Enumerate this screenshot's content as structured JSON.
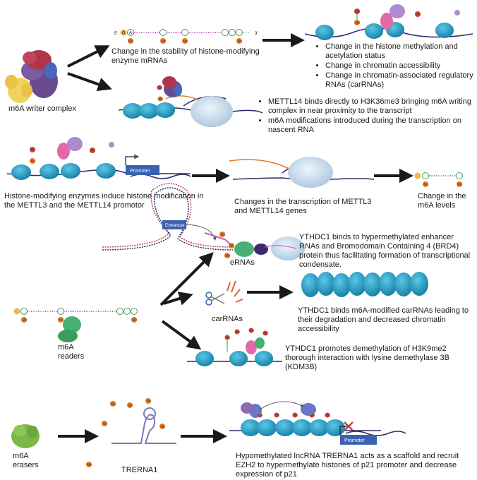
{
  "row1": {
    "writer_label": "m6A writer complex",
    "mrna_text": "Change in the stability of histone-modifying enzyme mRNAs",
    "bullets_top": [
      "Change in the histone methylation and acetylation status",
      "Change in chromatin accessibility",
      "Change in chromatin-associated regulatory RNAs (carRNAs)"
    ],
    "bullets_mid": [
      "METTL14 binds directly to H3K36me3 bringing m6A writing complex in near proximity to the transcript",
      "m6A modifications introduced during the transcription on nascent RNA"
    ]
  },
  "row2": {
    "histone_text": "Histone-modifying enzymes induce histone modification in the METTL3 and the METTL14 promotor",
    "promoter_label": "Promoter",
    "transcription_text": "Changes in the transcription of METTL3 and METTL14 genes",
    "m6a_levels_text": "Change in the m6A levels"
  },
  "row3": {
    "enhancer_label": "Enhancer",
    "ernas_label": "eRNAs",
    "ythdc1_enh_text": "YTHDC1 binds to hypermethylated enhancer RNAs and Bromodomain Containing 4 (BRD4) protein thus facilitating formation of transcriptional condensate.",
    "carrnas_label": "carRNAs",
    "ythdc1_car_text": "YTHDC1 binds m6A-modified carRNAs leading to their degradation and decreased chromatin accessibility",
    "readers_label": "m6A readers",
    "ythdc1_demeth_text": "YTHDC1 promotes demethylation of H3K9me2 thorough interaction with lysine demethylase 3B (KDM3B)"
  },
  "row4": {
    "erasers_label": "m6A erasers",
    "trerna_label": "TRERNA1",
    "promoter_label": "Promoter",
    "lncrna_text": "Hypomethylated  lncRNA TRERNA1 acts as a scaffold and recruit EZH2 to hypermethylate histones of p21 promoter and decrease expression of p21"
  },
  "glyphs": {
    "me": "Me",
    "a": "A",
    "g": "G",
    "five_prime": "5'",
    "three_prime": "3'",
    "ellipsis": "- - -"
  },
  "colors": {
    "nucleosome": "#1e9fc4",
    "dna": "#2a2a6e",
    "me_mark": "#e07a2a",
    "rna": "#c060c0",
    "arrow": "#1a1a1a",
    "promoter": "#3a62b0"
  }
}
